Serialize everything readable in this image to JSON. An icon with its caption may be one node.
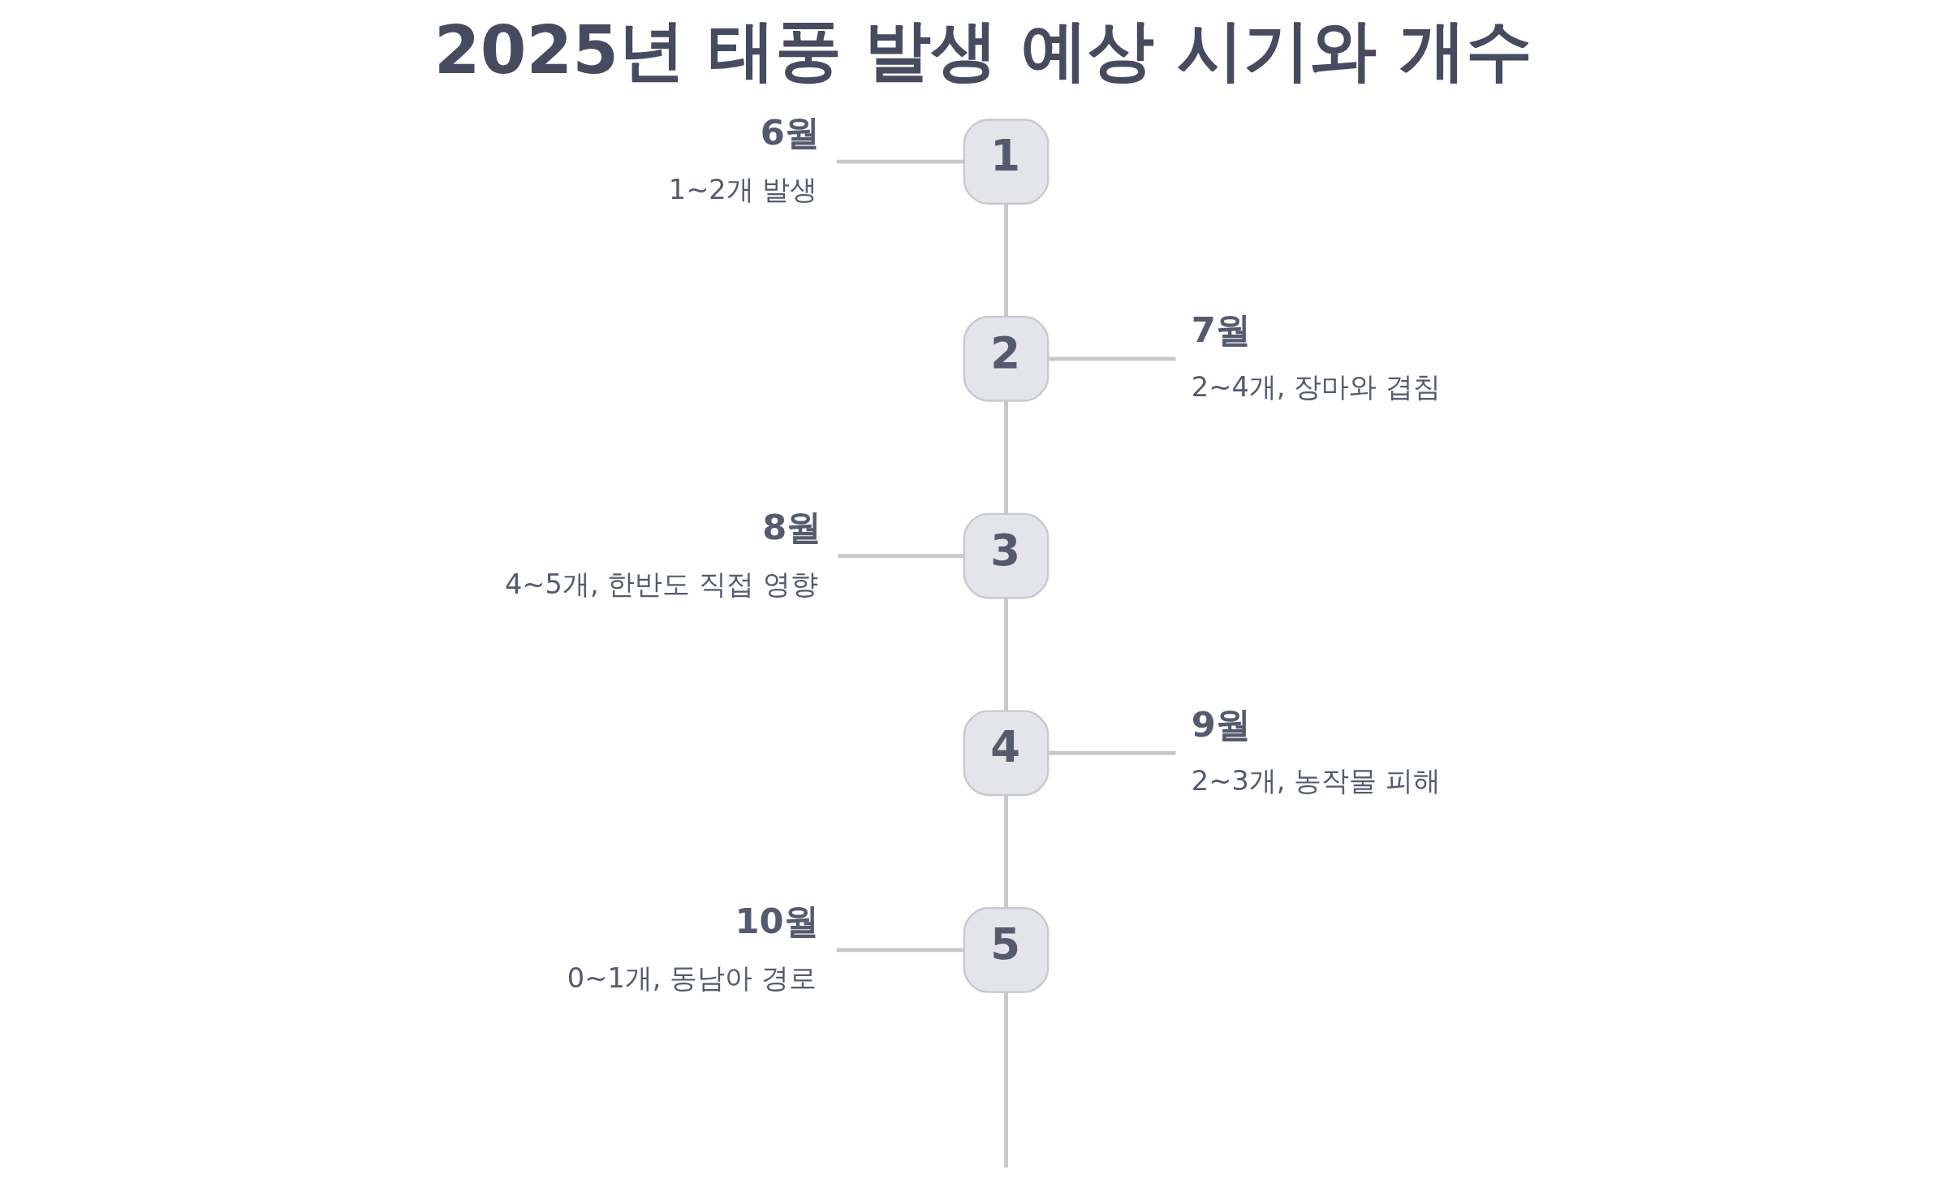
{
  "diagram": {
    "title": "2025년 태풍 발생 예상 시기와 개수",
    "nodes": [
      {
        "text": [
          "6월",
          "1~2개 발생"
        ]
      },
      {
        "text": [
          "1"
        ]
      },
      {
        "text": [
          "2"
        ]
      },
      {
        "text": [
          "7월",
          "2~4개, 장마와 겹침"
        ]
      },
      {
        "text": [
          "8월",
          "4~5개, 한반도 직접 영향"
        ]
      },
      {
        "text": [
          "3"
        ]
      },
      {
        "text": [
          "4"
        ]
      },
      {
        "text": [
          "9월",
          "2~3개, 농작물 피해"
        ]
      },
      {
        "text": [
          "10월",
          "0~1개, 동남아 경로"
        ]
      },
      {
        "text": [
          "5"
        ]
      }
    ],
    "edges": [
      {
        "from": 0,
        "to": 1,
        "arrow": "none"
      },
      {
        "from": 1,
        "to": 2,
        "arrow": "none"
      },
      {
        "from": 2,
        "to": 3,
        "arrow": "none"
      },
      {
        "from": 2,
        "to": 5,
        "arrow": "none"
      },
      {
        "from": 4,
        "to": 5,
        "arrow": "none"
      },
      {
        "from": 5,
        "to": 6,
        "arrow": "none"
      },
      {
        "from": 6,
        "to": 7,
        "arrow": "none"
      },
      {
        "from": 6,
        "to": 9,
        "arrow": "none"
      },
      {
        "from": 8,
        "to": 9,
        "arrow": "none"
      },
      {
        "from": 9,
        "to": null,
        "arrow": "none"
      }
    ]
  }
}
